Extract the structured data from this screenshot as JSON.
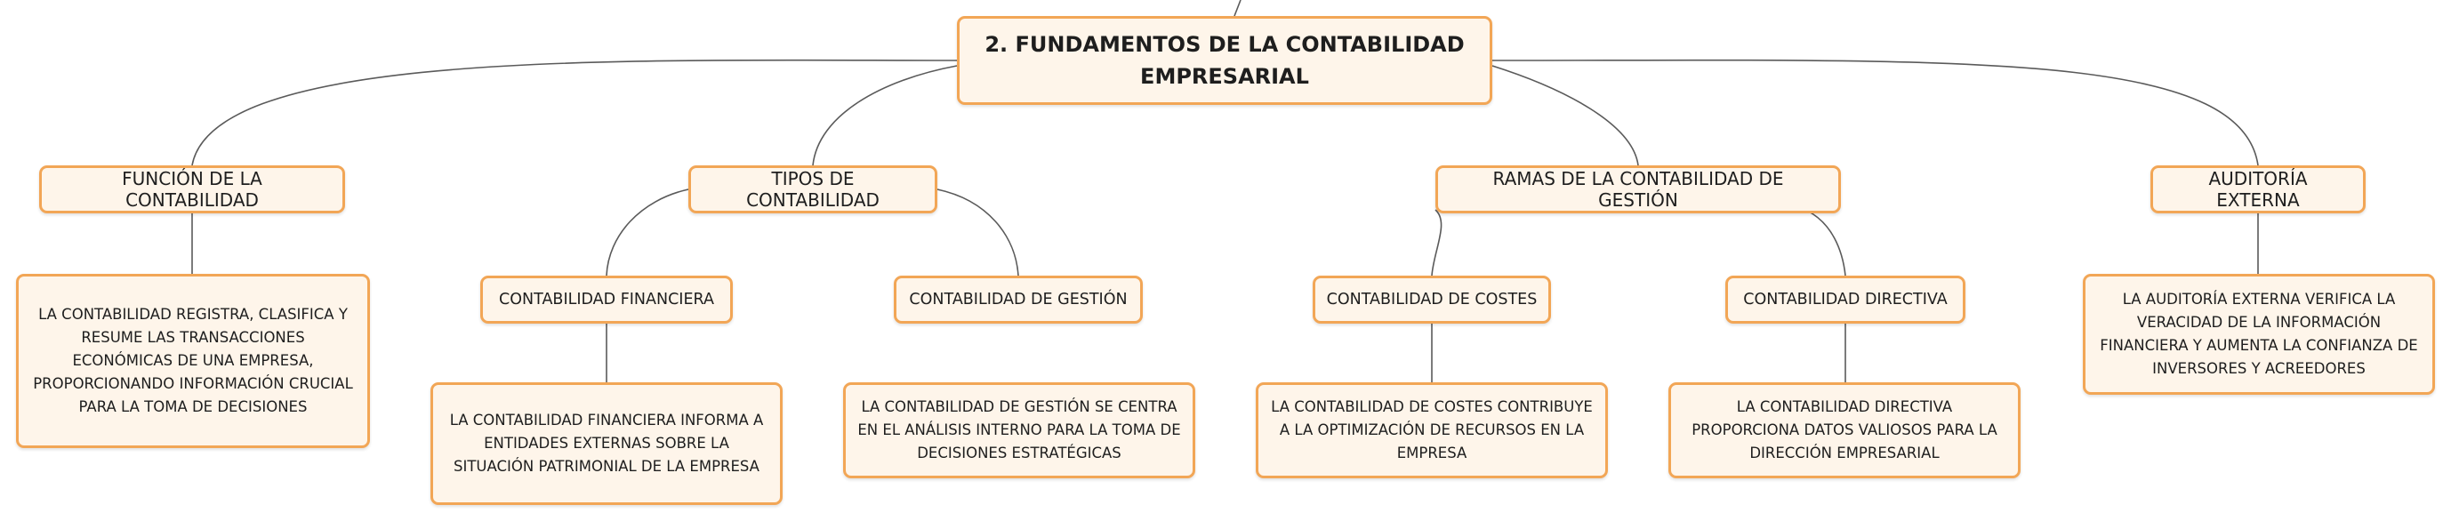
{
  "colors": {
    "node_fill": "#fef5ea",
    "node_border": "#f2a656",
    "line": "#5a5a5a",
    "text": "#1e1e1e"
  },
  "root": {
    "label": "2. FUNDAMENTOS DE LA CONTABILIDAD EMPRESARIAL"
  },
  "branches": [
    {
      "label": "FUNCIÓN DE LA CONTABILIDAD",
      "description": "LA CONTABILIDAD REGISTRA, CLASIFICA Y RESUME LAS TRANSACCIONES ECONÓMICAS DE UNA EMPRESA, PROPORCIONANDO INFORMACIÓN CRUCIAL PARA LA TOMA DE DECISIONES"
    },
    {
      "label": "TIPOS DE CONTABILIDAD",
      "children": [
        {
          "label": "CONTABILIDAD FINANCIERA",
          "description": "LA CONTABILIDAD FINANCIERA INFORMA A ENTIDADES EXTERNAS SOBRE LA SITUACIÓN PATRIMONIAL DE LA EMPRESA"
        },
        {
          "label": "CONTABILIDAD DE GESTIÓN",
          "description": "LA CONTABILIDAD DE GESTIÓN SE CENTRA EN EL ANÁLISIS INTERNO PARA LA TOMA DE DECISIONES ESTRATÉGICAS"
        }
      ]
    },
    {
      "label": "RAMAS DE LA CONTABILIDAD DE GESTIÓN",
      "children": [
        {
          "label": "CONTABILIDAD DE COSTES",
          "description": "LA CONTABILIDAD DE COSTES CONTRIBUYE A LA OPTIMIZACIÓN DE RECURSOS EN LA EMPRESA"
        },
        {
          "label": "CONTABILIDAD DIRECTIVA",
          "description": "LA CONTABILIDAD DIRECTIVA PROPORCIONA DATOS VALIOSOS PARA LA DIRECCIÓN EMPRESARIAL"
        }
      ]
    },
    {
      "label": "AUDITORÍA EXTERNA",
      "description": "LA AUDITORÍA EXTERNA VERIFICA LA VERACIDAD DE LA INFORMACIÓN FINANCIERA Y AUMENTA LA CONFIANZA DE INVERSORES Y ACREEDORES"
    }
  ]
}
